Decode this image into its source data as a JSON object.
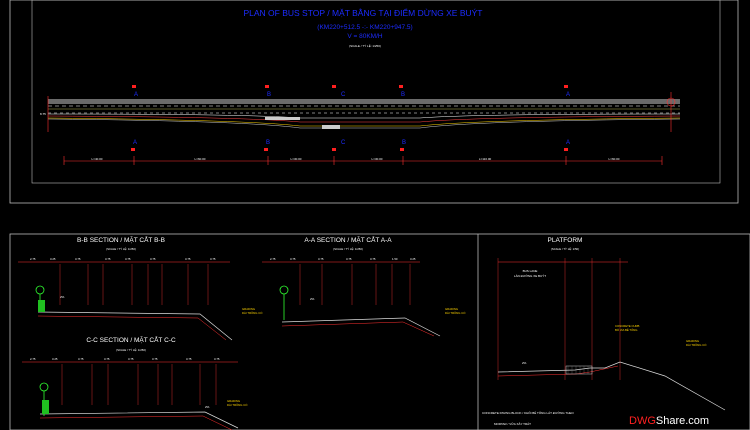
{
  "plan": {
    "title": "PLAN OF BUS STOP / MẶT BẰNG TẠI ĐIỂM DỪNG XE BUÝT",
    "chainage": "(KM220+512.5 -:- KM220+947.5)",
    "speed": "V = 80KM/H",
    "scale": "(SCALE / TỶ LỆ: 1/250)",
    "top_markers": [
      "A",
      "B",
      "C",
      "B",
      "A"
    ],
    "bottom_markers": [
      "A",
      "B",
      "C",
      "B",
      "A"
    ],
    "dims": [
      "L=40.00",
      "L=60.00",
      "L=30.00",
      "L=30.00",
      "L=110.00",
      "L=60.00"
    ],
    "edge_label": "8.75"
  },
  "sections": {
    "bb": {
      "title": "B-B SECTION / MẶT CẮT B-B",
      "scale": "(SCALE / TỶ LỆ: 1/250)",
      "dims": [
        "2.75",
        "3.25",
        "3.75",
        "3.75",
        "3.75",
        "3.75",
        "3.75",
        "3.75"
      ]
    },
    "aa": {
      "title": "A-A SECTION / MẶT CẮT A-A",
      "scale": "(SCALE / TỶ LỆ: 1/250)",
      "dims": [
        "2.75",
        "3.75",
        "3.75",
        "3.75",
        "3.75",
        "1.50",
        "3.25"
      ]
    },
    "cc": {
      "title": "C-C SECTION / MẶT CẮT C-C",
      "scale": "(SCALE / TỶ LỆ: 1/250)",
      "dims": [
        "2.75",
        "3.25",
        "3.75",
        "3.75",
        "3.75",
        "3.75",
        "3.75",
        "3.75"
      ]
    },
    "grading": [
      "GRADING",
      "DẢI TRỒNG CỎ"
    ],
    "slope": "2%"
  },
  "platform": {
    "title": "PLATFORM",
    "scale": "(SCALE / TỶ LỆ: 1/50)",
    "bus_lane": [
      "BUS LANE",
      "LÀN ĐƯỜNG XE BUÝT"
    ],
    "curb": [
      "CONCRETE CURB",
      "BÓ VỈA BÊ TÔNG"
    ],
    "grading": [
      "GRADING",
      "DẢI TRỒNG CỎ"
    ],
    "note1": "CONCRETE PAVING BLOCK / KHỐI BÊ TÔNG LÁT ĐƯỜNG THEO",
    "note2": "MORTAR / VỮA XÂY TRÁT",
    "slope": "2%"
  },
  "watermark": {
    "brand_red": "DWG",
    "brand_white": "Share.com"
  }
}
